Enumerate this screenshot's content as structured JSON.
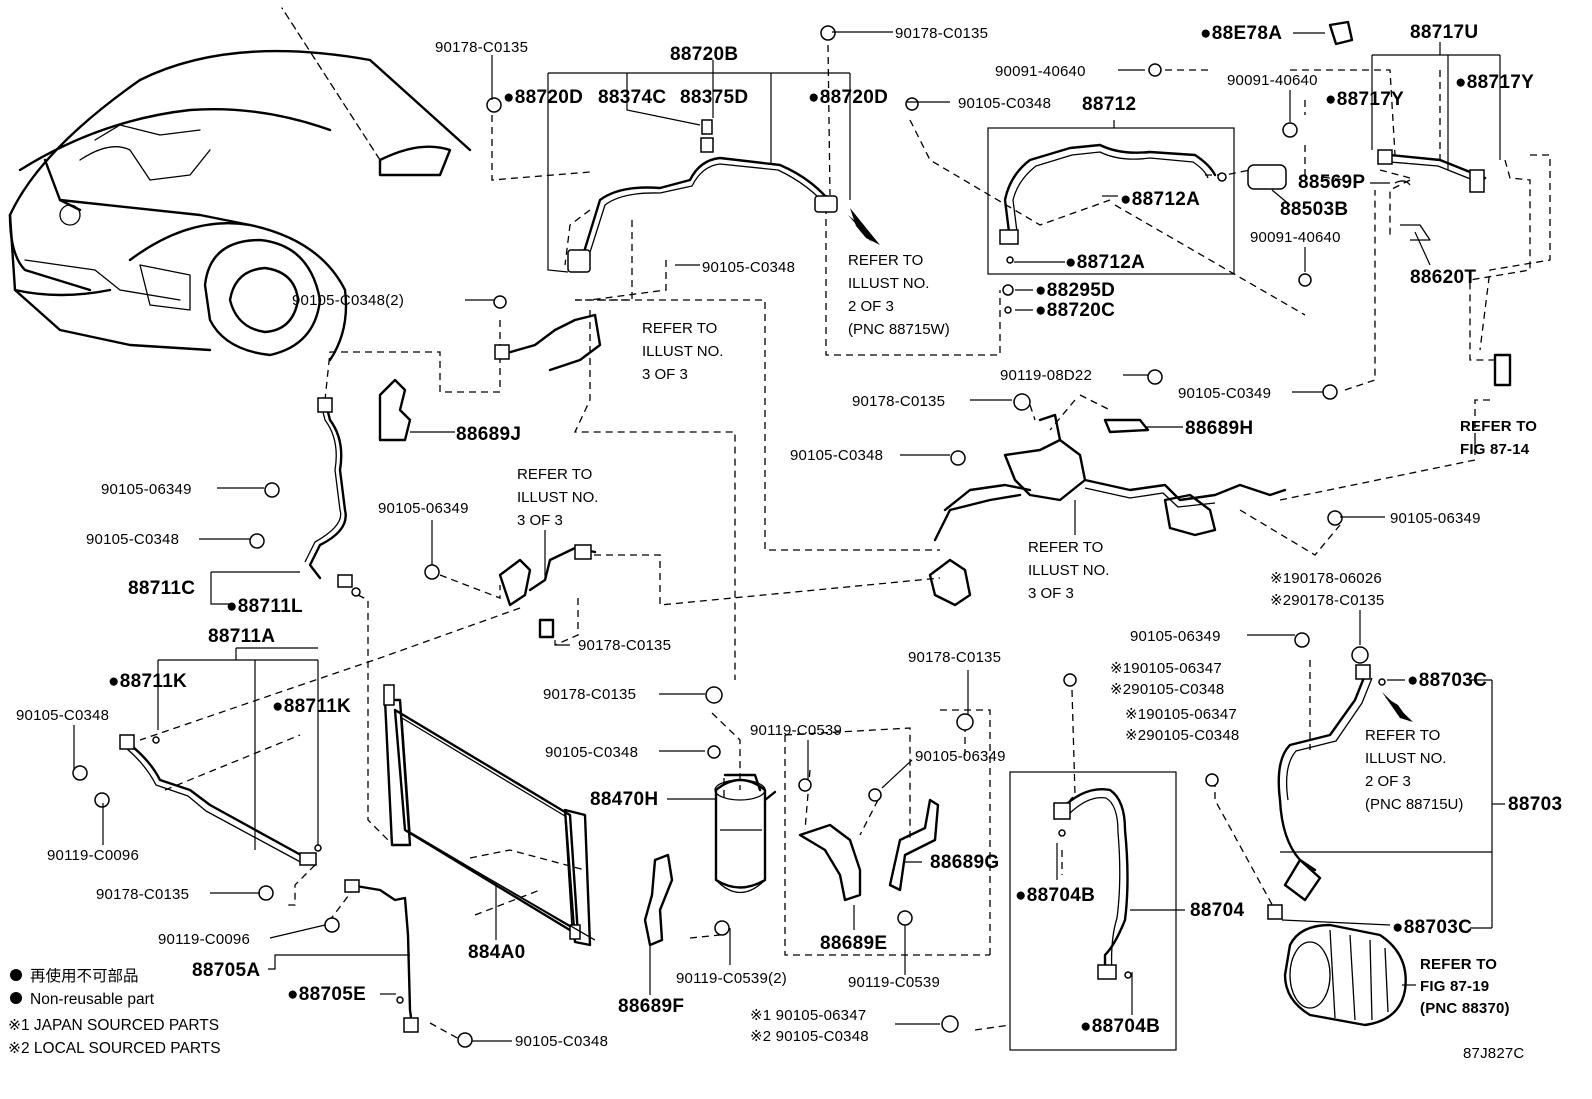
{
  "diagram_id": "87J827C",
  "legend": {
    "non_reusable_jp": "再使用不可部品",
    "non_reusable_en": "Non-reusable part",
    "note1": "※1 JAPAN SOURCED PARTS",
    "note2": "※2 LOCAL SOURCED PARTS"
  },
  "notes": {
    "refer_2of3_88715W": [
      "REFER TO",
      "ILLUST NO.",
      "2 OF 3",
      "(PNC 88715W)"
    ],
    "refer_3of3_a": [
      "REFER TO",
      "ILLUST NO.",
      "3 OF 3"
    ],
    "refer_3of3_b": [
      "REFER TO",
      "ILLUST NO.",
      "3 OF 3"
    ],
    "refer_3of3_c": [
      "REFER TO",
      "ILLUST NO.",
      "3 OF 3"
    ],
    "refer_fig_87_14": [
      "REFER TO",
      "FIG 87-14"
    ],
    "refer_2of3_88715U": [
      "REFER TO",
      "ILLUST NO.",
      "2 OF 3",
      "(PNC 88715U)"
    ],
    "refer_fig_87_19": [
      "REFER TO",
      "FIG 87-19",
      "(PNC 88370)"
    ]
  },
  "parts": {
    "p88720B": "88720B",
    "p88720D_left": "●88720D",
    "p88374C": "88374C",
    "p88375D": "88375D",
    "p88720D_right": "●88720D",
    "p90178_C0135_top_left": "90178-C0135",
    "p90178_C0135_top_mid": "90178-C0135",
    "p90105_C0348_mid": "90105-C0348",
    "p90105_C0348_2": "90105-C0348(2)",
    "p88689J": "88689J",
    "p90105_06349_left": "90105-06349",
    "p90105_C0348_left": "90105-C0348",
    "p88711C": "88711C",
    "p88711L": "●88711L",
    "p88711A": "88711A",
    "p88711K_left": "●88711K",
    "p88711K_right": "●88711K",
    "p90105_C0348_far_left": "90105-C0348",
    "p90119_C0096_a": "90119-C0096",
    "p90178_C0135_bottom_left": "90178-C0135",
    "p90119_C0096_b": "90119-C0096",
    "p88705A": "88705A",
    "p88705E": "●88705E",
    "p90105_C0348_bottom": "90105-C0348",
    "p884A0": "884A0",
    "p90105_06349_center": "90105-06349",
    "p90178_C0135_center": "90178-C0135",
    "p90178_C0135_rec_top": "90178-C0135",
    "p90105_C0348_rec": "90105-C0348",
    "p88470H": "88470H",
    "p90119_C0539_2": "90119-C0539(2)",
    "p88689F": "88689F",
    "p90119_C0539_top": "90119-C0539",
    "p90178_C0135_mid_right": "90178-C0135",
    "p90105_06349_mid": "90105-06349",
    "p88689G": "88689G",
    "p88689E": "88689E",
    "p90119_C0539_bottom": "90119-C0539",
    "p90105_C0348_right_hdr": "90105-C0348",
    "p88712": "88712",
    "p88712A_top": "●88712A",
    "p88712A_bottom": "●88712A",
    "p88295D": "●88295D",
    "p88720C": "●88720C",
    "p90091_40640_a": "90091-40640",
    "p88E78A": "●88E78A",
    "p90091_40640_b": "90091-40640",
    "p88717U": "88717U",
    "p88717Y_a": "●88717Y",
    "p88717Y_b": "●88717Y",
    "p88569P": "88569P",
    "p88503B": "88503B",
    "p90091_40640_c": "90091-40640",
    "p88620T": "88620T",
    "p90119_08D22": "90119-08D22",
    "p90178_C0135_valve": "90178-C0135",
    "p88689H": "88689H",
    "p90105_C0348_valve": "90105-C0348",
    "p90105_C0349": "90105-C0349",
    "p90105_06349_right": "90105-06349",
    "p90178_06026": "※190178-06026",
    "p90178_C0135_2": "※290178-C0135",
    "p90105_06349_comp": "90105-06349",
    "p88703C_top": "●88703C",
    "p88703": "88703",
    "p88703C_bottom": "●88703C",
    "p90105_06347_a": "※190105-06347",
    "p90105_C0348_a": "※290105-C0348",
    "p90105_06347_b": "※190105-06347",
    "p90105_C0348_b": "※290105-C0348",
    "p88704": "88704",
    "p88704B_top": "●88704B",
    "p88704B_bottom": "●88704B",
    "p90105_06347_c": "※1 90105-06347",
    "p90105_C0348_c": "※2 90105-C0348"
  }
}
